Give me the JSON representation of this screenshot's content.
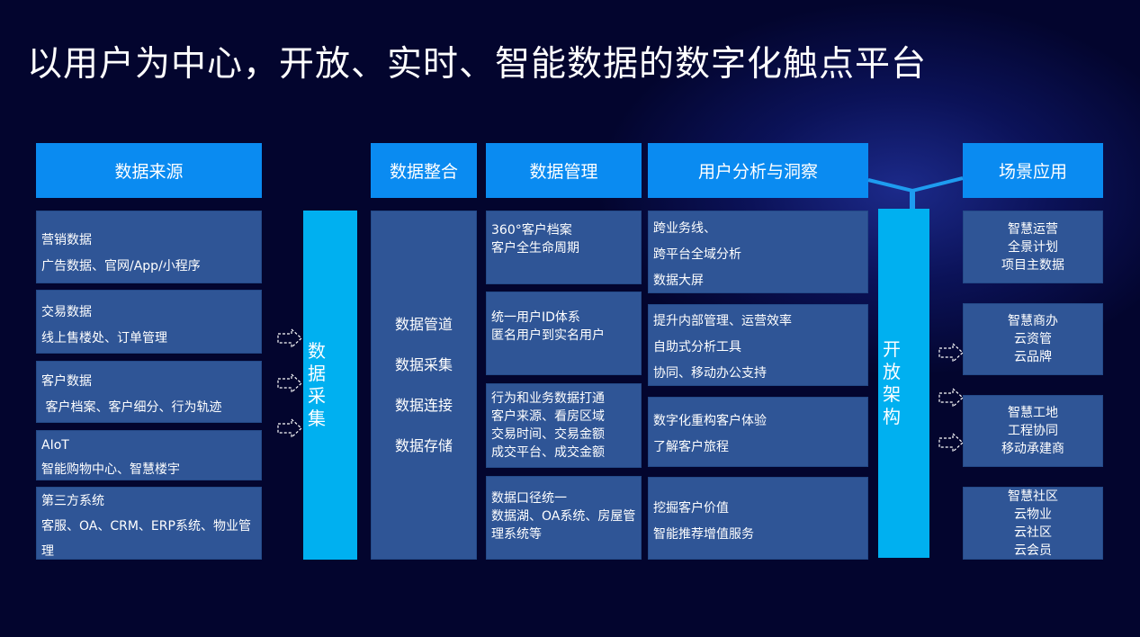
{
  "title": "以用户为中心，开放、实时、智能数据的数字化触点平台",
  "headers": {
    "sources": "数据来源",
    "integration": "数据整合",
    "management": "数据管理",
    "analysis": "用户分析与洞察",
    "scenarios": "场景应用"
  },
  "sources": [
    {
      "title": "营销数据",
      "desc": "广告数据、官网/App/小程序"
    },
    {
      "title": "交易数据",
      "desc": "线上售楼处、订单管理"
    },
    {
      "title": "客户数据",
      "desc": " 客户档案、客户细分、行为轨迹"
    },
    {
      "title": "AIoT",
      "desc": "智能购物中心、智慧楼宇"
    },
    {
      "title": "第三方系统",
      "desc": "客服、OA、CRM、ERP系统、物业管理"
    }
  ],
  "collection_bar": [
    "数",
    "据",
    "采",
    "集"
  ],
  "integration_items": [
    "数据管道",
    "数据采集",
    "数据连接",
    "数据存储"
  ],
  "management": [
    [
      "360°客户档案",
      "客户全生命周期"
    ],
    [
      "统一用户ID体系",
      "匿名用户到实名用户"
    ],
    [
      "行为和业务数据打通",
      "客户来源、看房区域",
      "交易时间、交易金额",
      "成交平台、成交金额"
    ],
    [
      "数据口径统一",
      "数据湖、OA系统、房屋管理系统等"
    ]
  ],
  "analysis": [
    [
      "跨业务线、",
      "跨平台全域分析",
      "数据大屏"
    ],
    [
      "提升内部管理、运营效率",
      "自助式分析工具",
      "协同、移动办公支持"
    ],
    [
      "数字化重构客户体验",
      "了解客户旅程"
    ],
    [
      "挖掘客户价值",
      "智能推荐增值服务"
    ]
  ],
  "open_bar": [
    "开",
    "放",
    "架",
    "构"
  ],
  "scenarios": [
    [
      "智慧运营",
      "全景计划",
      "项目主数据"
    ],
    [
      "智慧商办",
      "云资管",
      "云品牌"
    ],
    [
      "智慧工地",
      "工程协同",
      "移动承建商"
    ],
    [
      "智慧社区",
      "云物业",
      "云社区",
      "云会员"
    ]
  ],
  "colors": {
    "background": "#03052e",
    "header": "#0a8bf1",
    "box": "#2f5596",
    "bar": "#00b0f0"
  }
}
